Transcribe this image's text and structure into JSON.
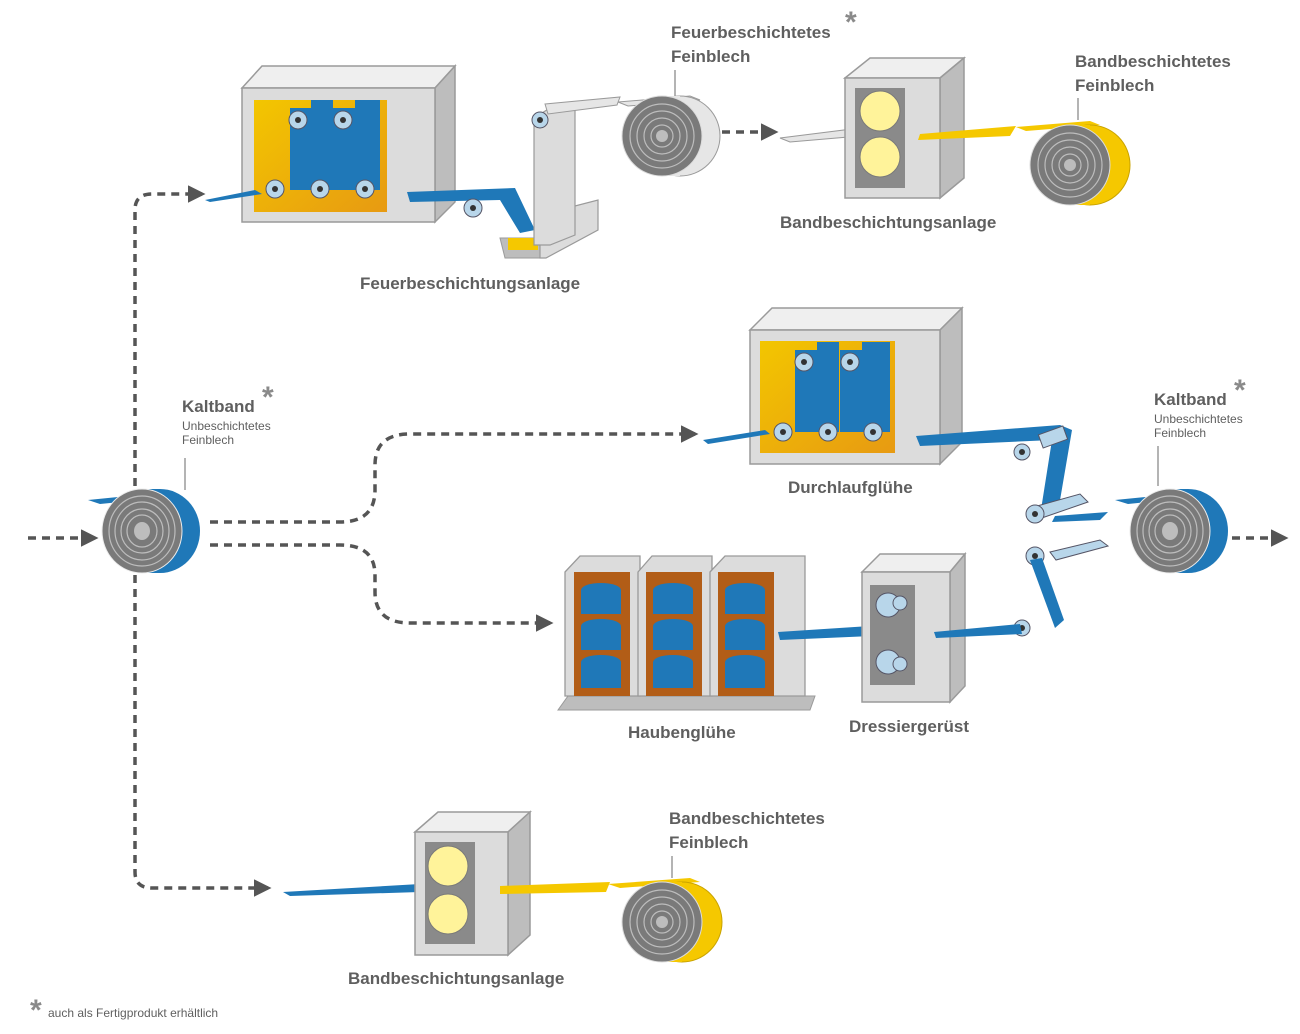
{
  "colors": {
    "blue": "#1f78b8",
    "yellow": "#f5c800",
    "gray": "#d9d9d9",
    "dark_gray": "#555555",
    "label": "#5f5f5f"
  },
  "labels": {
    "feuerbeschichtungsanlage": "Feuerbeschichtungsanlage",
    "bandbeschichtungsanlage_top": "Bandbeschichtungsanlage",
    "durchlaufgluehe": "Durchlaufglühe",
    "haubengluehe": "Haubenglühe",
    "dressiergeruest": "Dressiergerüst",
    "bandbeschichtungsanlage_bottom": "Bandbeschichtungsanlage"
  },
  "products": {
    "feuerbeschichtetes": {
      "line1": "Feuerbeschichtetes",
      "line2": "Feinblech",
      "asterisk": "*"
    },
    "bandbeschichtetes_top": {
      "line1": "Bandbeschichtetes",
      "line2": "Feinblech"
    },
    "kaltband_input": {
      "title": "Kaltband",
      "asterisk": "*",
      "sub1": "Unbeschichtetes",
      "sub2": "Feinblech"
    },
    "kaltband_output": {
      "title": "Kaltband",
      "asterisk": "*",
      "sub1": "Unbeschichtetes",
      "sub2": "Feinblech"
    },
    "bandbeschichtetes_bottom": {
      "line1": "Bandbeschichtetes",
      "line2": "Feinblech"
    }
  },
  "footnote": {
    "asterisk": "*",
    "text": "auch als Fertigprodukt erhältlich"
  }
}
